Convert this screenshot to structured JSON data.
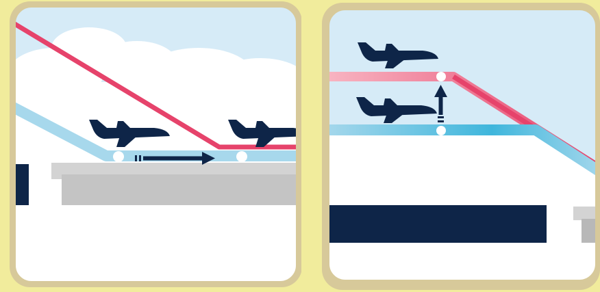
{
  "panels": [
    {
      "id": "overtake",
      "elements": [
        "sky",
        "clouds",
        "red-descent-path",
        "blue-cruise-path",
        "aircraft-1",
        "aircraft-2",
        "ground-platform",
        "horizontal-arrow"
      ]
    },
    {
      "id": "climb",
      "elements": [
        "sky",
        "red-upper-level",
        "blue-lower-level",
        "aircraft-upper",
        "aircraft-lower",
        "vertical-arrow",
        "ground-block",
        "grey-step"
      ]
    }
  ],
  "colors": {
    "page_background": "#f1ec9c",
    "frame": "#d7c99a",
    "sky": "#d6ebf7",
    "cloud": "#ffffff",
    "red_path": "#e6436b",
    "red_path_light": "#f3a0b0",
    "blue_path": "#9fd3ea",
    "blue_path_strong": "#3fb6dc",
    "aircraft": "#0e2548",
    "ground_grey": "#c9c9c9",
    "ground_dark": "#0e2548",
    "node": "#ffffff"
  },
  "icons": [
    "aircraft-icon",
    "arrow-right-icon",
    "arrow-up-icon",
    "waypoint-node-icon"
  ]
}
